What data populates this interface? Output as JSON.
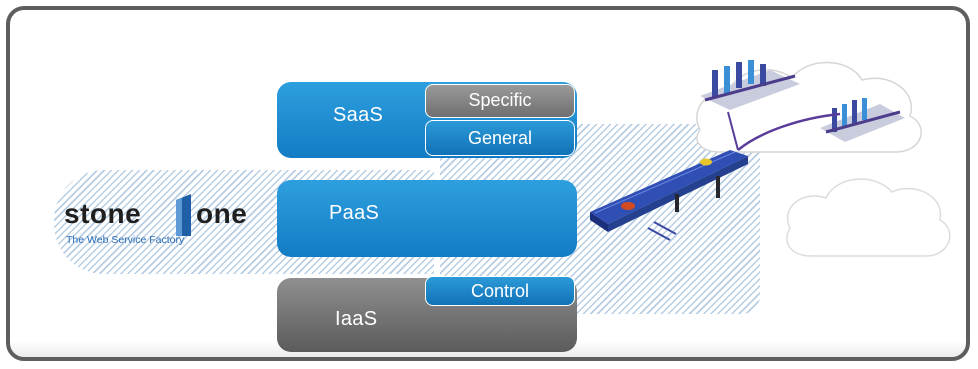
{
  "layers": {
    "saas": {
      "label": "SaaS",
      "sublayers": {
        "specific": "Specific",
        "general": "General"
      }
    },
    "paas": {
      "label": "PaaS"
    },
    "iaas": {
      "label": "IaaS",
      "sublayers": {
        "control": "Control"
      }
    }
  },
  "logo": {
    "word_left": "stone",
    "word_right": "one",
    "tagline": "The Web Service Factory"
  },
  "colors": {
    "layer_blue": "#1a87cc",
    "layer_grey": "#6e6e6e",
    "hatch": "#b7cde3",
    "frame": "#5e5e5e",
    "logo_accent": "#1f5fa6"
  },
  "icons": {
    "conveyor": "conveyor-belt-icon",
    "cloud": "cloud-icon",
    "server_cluster": "server-cluster-icon"
  }
}
